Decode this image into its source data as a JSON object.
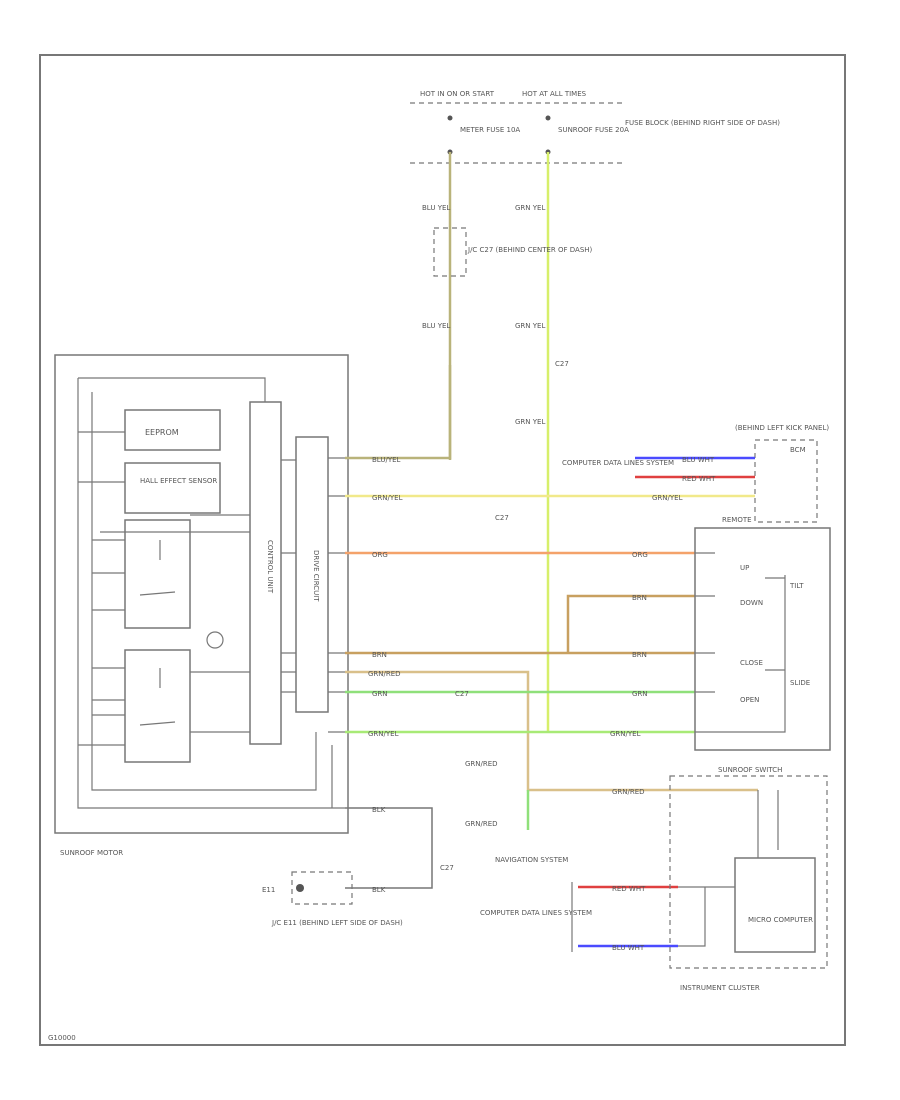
{
  "colors": {
    "grn_yel": "#d7ef6a",
    "blu_yel": "#b9b37a",
    "grn_red": "#d9c08a",
    "orange": "#f4a26a",
    "brown": "#c8a060",
    "green": "#8fe07a",
    "green_yel": "#a8ea76",
    "blue": "#4b4bff",
    "red": "#e04040",
    "black": "#777777"
  },
  "labels": {
    "hot_run_start": "HOT IN ON OR START",
    "hot_at_all_times": "HOT AT ALL TIMES",
    "meter_fuse": "METER FUSE 10A",
    "sunroof_fuse": "SUNROOF FUSE 20A",
    "fuse_block": "FUSE BLOCK (BEHIND RIGHT SIDE OF DASH)",
    "blu_yel_1": "BLU YEL",
    "jc_location": "J/C C27 (BEHIND CENTER OF DASH)",
    "blu_yel_2": "BLU YEL",
    "grn_yel_1": "GRN YEL",
    "grn_yel_2": "GRN YEL",
    "grn_yel_3": "GRN YEL",
    "c_ref_1": "C27",
    "eeprom": "EEPROM",
    "hall_effect": "HALL EFFECT SENSOR",
    "control_unit": "CONTROL UNIT",
    "drive_circuit": "DRIVE CIRCUIT",
    "wire_blu_yel": "BLU/YEL",
    "wire_grn_yel_top": "GRN/YEL",
    "c_ref_2": "C27",
    "wire_org_left": "ORG",
    "wire_brn_left": "BRN",
    "wire_grn_red_left": "GRN/RED",
    "wire_grn_left": "GRN",
    "c_ref_3": "C27",
    "wire_grn_yel_left": "GRN/YEL",
    "wire_blk_motor": "BLK",
    "sunroof_motor": "SUNROOF MOTOR",
    "c_ref_4": "C27",
    "jc_ground_ref": "E11",
    "wire_blk_ground": "BLK",
    "jc_ground": "J/C E11 (BEHIND LEFT SIDE OF DASH)",
    "behind_left_kick": "(BEHIND LEFT KICK PANEL)",
    "bcm": "BCM",
    "computer_data_lines_1": "COMPUTER DATA LINES SYSTEM",
    "wire_blu_wht_1": "BLU WHT",
    "wire_red_wht_1": "RED WHT",
    "wire_grn_yel_bcm": "GRN/YEL",
    "remote": "REMOTE",
    "wire_org_right": "ORG",
    "wire_brn_right_1": "BRN",
    "wire_brn_right_2": "BRN",
    "wire_grn_right": "GRN",
    "wire_grn_yel_right": "GRN/YEL",
    "sw_up": "UP",
    "sw_tilt": "TILT",
    "sw_down": "DOWN",
    "sw_close": "CLOSE",
    "sw_slide": "SLIDE",
    "sw_open": "OPEN",
    "wire_grn_red_mid": "GRN/RED",
    "wire_grn_red_bottom": "GRN/RED",
    "wire_grn_red_cluster": "GRN/RED",
    "navigation_system": "NAVIGATION SYSTEM",
    "computer_data_lines_2": "COMPUTER DATA LINES SYSTEM",
    "wire_red_wht_2": "RED WHT",
    "wire_blu_wht_2": "BLU WHT",
    "sunroof_switch": "SUNROOF SWITCH",
    "micro_computer": "MICRO COMPUTER",
    "instrument_cluster": "INSTRUMENT CLUSTER",
    "figure_id": "G10000"
  }
}
